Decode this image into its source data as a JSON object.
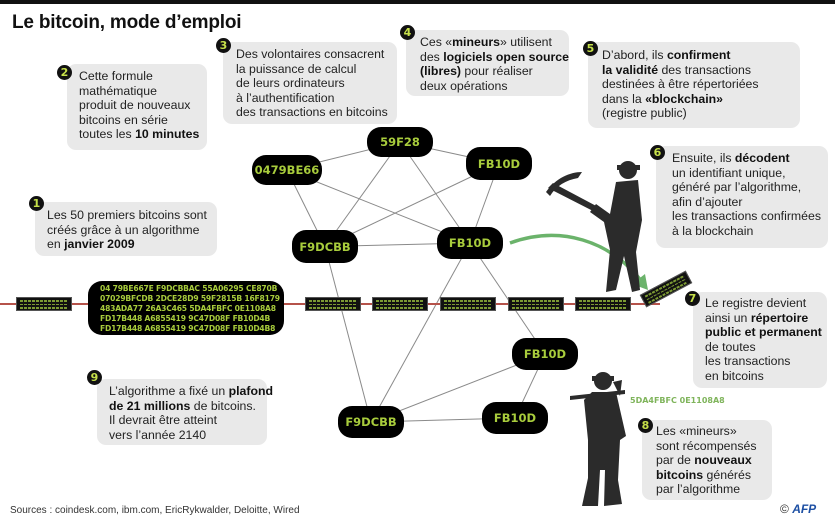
{
  "title": "Le bitcoin, mode d’emploi",
  "steps": [
    {
      "num": "1",
      "lines": [
        [
          {
            "t": "Les 50 premiers bitcoins sont"
          }
        ],
        [
          {
            "t": "créés grâce à un algorithme"
          }
        ],
        [
          {
            "t": "en "
          },
          {
            "t": "janvier 2009",
            "b": true
          }
        ]
      ]
    },
    {
      "num": "2",
      "lines": [
        [
          {
            "t": "Cette formule"
          }
        ],
        [
          {
            "t": "mathématique"
          }
        ],
        [
          {
            "t": "produit de nouveaux"
          }
        ],
        [
          {
            "t": "bitcoins en série"
          }
        ],
        [
          {
            "t": "toutes les "
          },
          {
            "t": "10 minutes",
            "b": true
          }
        ]
      ]
    },
    {
      "num": "3",
      "lines": [
        [
          {
            "t": "Des volontaires consacrent"
          }
        ],
        [
          {
            "t": "la puissance de calcul"
          }
        ],
        [
          {
            "t": "de leurs ordinateurs"
          }
        ],
        [
          {
            "t": "à l’authentification"
          }
        ],
        [
          {
            "t": "des transactions en bitcoins"
          }
        ]
      ]
    },
    {
      "num": "4",
      "lines": [
        [
          {
            "t": "Ces «"
          },
          {
            "t": "mineurs",
            "b": true
          },
          {
            "t": "» utilisent"
          }
        ],
        [
          {
            "t": "des "
          },
          {
            "t": "logiciels open source",
            "b": true
          }
        ],
        [
          {
            "t": "(libres)",
            "b": true
          },
          {
            "t": " pour réaliser"
          }
        ],
        [
          {
            "t": "deux opérations"
          }
        ]
      ]
    },
    {
      "num": "5",
      "lines": [
        [
          {
            "t": "D’abord, ils "
          },
          {
            "t": "confirment",
            "b": true
          }
        ],
        [
          {
            "t": "la validité",
            "b": true
          },
          {
            "t": " des transactions"
          }
        ],
        [
          {
            "t": "destinées à être répertoriées"
          }
        ],
        [
          {
            "t": "dans la "
          },
          {
            "t": "«blockchain»",
            "b": true
          }
        ],
        [
          {
            "t": "(registre public)"
          }
        ]
      ]
    },
    {
      "num": "6",
      "lines": [
        [
          {
            "t": "Ensuite, ils "
          },
          {
            "t": "décodent",
            "b": true
          }
        ],
        [
          {
            "t": "un identifiant unique,"
          }
        ],
        [
          {
            "t": "généré par l’algorithme,"
          }
        ],
        [
          {
            "t": "afin d’ajouter"
          }
        ],
        [
          {
            "t": "les transactions confirmées"
          }
        ],
        [
          {
            "t": "à la blockchain"
          }
        ]
      ]
    },
    {
      "num": "7",
      "lines": [
        [
          {
            "t": "Le registre devient"
          }
        ],
        [
          {
            "t": "ainsi un "
          },
          {
            "t": "répertoire",
            "b": true
          }
        ],
        [
          {
            "t": "public et permanent",
            "b": true
          }
        ],
        [
          {
            "t": "de toutes"
          }
        ],
        [
          {
            "t": "les transactions"
          }
        ],
        [
          {
            "t": "en bitcoins"
          }
        ]
      ]
    },
    {
      "num": "8",
      "lines": [
        [
          {
            "t": "Les «mineurs»"
          }
        ],
        [
          {
            "t": "sont récompensés"
          }
        ],
        [
          {
            "t": "par de "
          },
          {
            "t": "nouveaux",
            "b": true
          }
        ],
        [
          {
            "t": "bitcoins",
            "b": true
          },
          {
            "t": " générés"
          }
        ],
        [
          {
            "t": "par l’algorithme"
          }
        ]
      ]
    },
    {
      "num": "9",
      "lines": [
        [
          {
            "t": "L’algorithme a fixé un "
          },
          {
            "t": "plafond",
            "b": true
          }
        ],
        [
          {
            "t": "de 21 millions",
            "b": true
          },
          {
            "t": " de bitcoins."
          }
        ],
        [
          {
            "t": "Il devrait être atteint"
          }
        ],
        [
          {
            "t": "vers l’année 2140"
          }
        ]
      ]
    }
  ],
  "nodes": [
    {
      "id": "n1",
      "label": "0479BE66"
    },
    {
      "id": "n2",
      "label": "59F28"
    },
    {
      "id": "n3",
      "label": "FB10D"
    },
    {
      "id": "n4",
      "label": "F9DCBB"
    },
    {
      "id": "n5",
      "label": "FB10D"
    },
    {
      "id": "n6",
      "label": "FB10D"
    },
    {
      "id": "n7",
      "label": "F9DCBB"
    },
    {
      "id": "n8",
      "label": "FB10D"
    }
  ],
  "edges": [
    [
      "n1",
      "n2"
    ],
    [
      "n1",
      "n4"
    ],
    [
      "n1",
      "n5"
    ],
    [
      "n2",
      "n4"
    ],
    [
      "n2",
      "n5"
    ],
    [
      "n2",
      "n3"
    ],
    [
      "n3",
      "n4"
    ],
    [
      "n3",
      "n5"
    ],
    [
      "n4",
      "n5"
    ],
    [
      "n4",
      "n7"
    ],
    [
      "n5",
      "n7"
    ],
    [
      "n5",
      "n6"
    ],
    [
      "n6",
      "n7"
    ],
    [
      "n6",
      "n8"
    ],
    [
      "n7",
      "n8"
    ]
  ],
  "genesis_block": {
    "lines": [
      "04 79BE667E F9DCBBAC 55A06295 CE870B",
      "07029BFCDB 2DCE28D9 59F2815B 16F8179",
      "483ADA77 26A3C465 5DA4FBFC 0E1108A8",
      "FD17B448 A6855419 9C47D08F FB10D4B",
      "FD17B448 A6855419 9C47D08F FB10D4B8"
    ]
  },
  "hash_label": "5DA4FBFC 0E1108A8",
  "colors": {
    "accent_green": "#a8cc3c",
    "chain_line": "#b5524a",
    "arrow_green": "#6bb36b",
    "bubble_bg": "#e9e9e9"
  },
  "footer": {
    "sources": "Sources : coindesk.com, ibm.com, EricRykwalder, Deloitte, Wired",
    "credit_symbol": "©",
    "credit": "AFP"
  }
}
